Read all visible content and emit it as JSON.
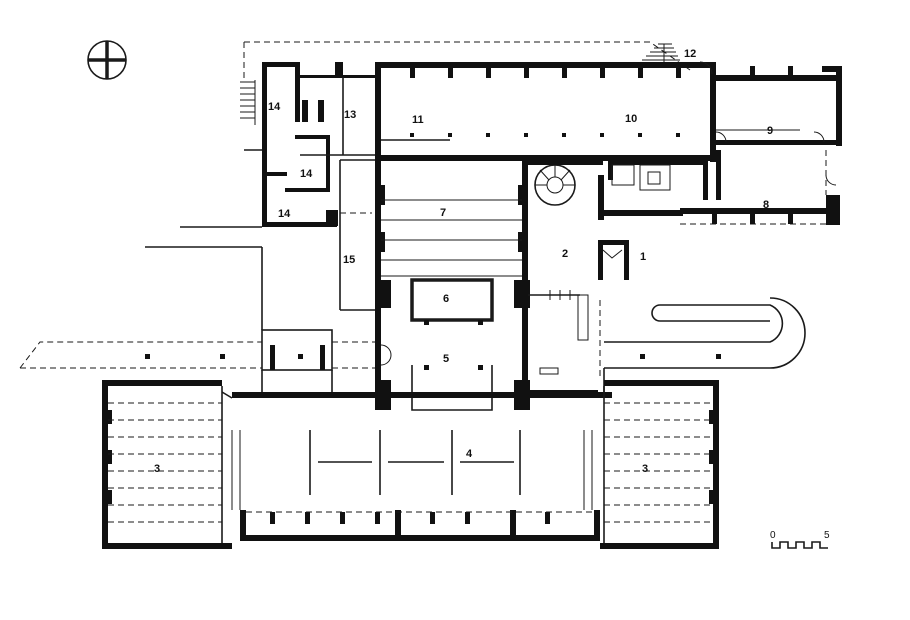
{
  "rooms": [
    {
      "id": "r1",
      "label": "1"
    },
    {
      "id": "r2",
      "label": "2"
    },
    {
      "id": "r3a",
      "label": "3"
    },
    {
      "id": "r3b",
      "label": "3"
    },
    {
      "id": "r4",
      "label": "4"
    },
    {
      "id": "r5",
      "label": "5"
    },
    {
      "id": "r6",
      "label": "6"
    },
    {
      "id": "r7",
      "label": "7"
    },
    {
      "id": "r8",
      "label": "8"
    },
    {
      "id": "r9",
      "label": "9"
    },
    {
      "id": "r10",
      "label": "10"
    },
    {
      "id": "r11",
      "label": "11"
    },
    {
      "id": "r12",
      "label": "12"
    },
    {
      "id": "r13",
      "label": "13"
    },
    {
      "id": "r14a",
      "label": "14"
    },
    {
      "id": "r14b",
      "label": "14"
    },
    {
      "id": "r14c",
      "label": "14"
    },
    {
      "id": "r15",
      "label": "15"
    }
  ],
  "scale_bar": {
    "start": "0",
    "end": "5"
  },
  "icons": {
    "north": "north-arrow-icon"
  }
}
